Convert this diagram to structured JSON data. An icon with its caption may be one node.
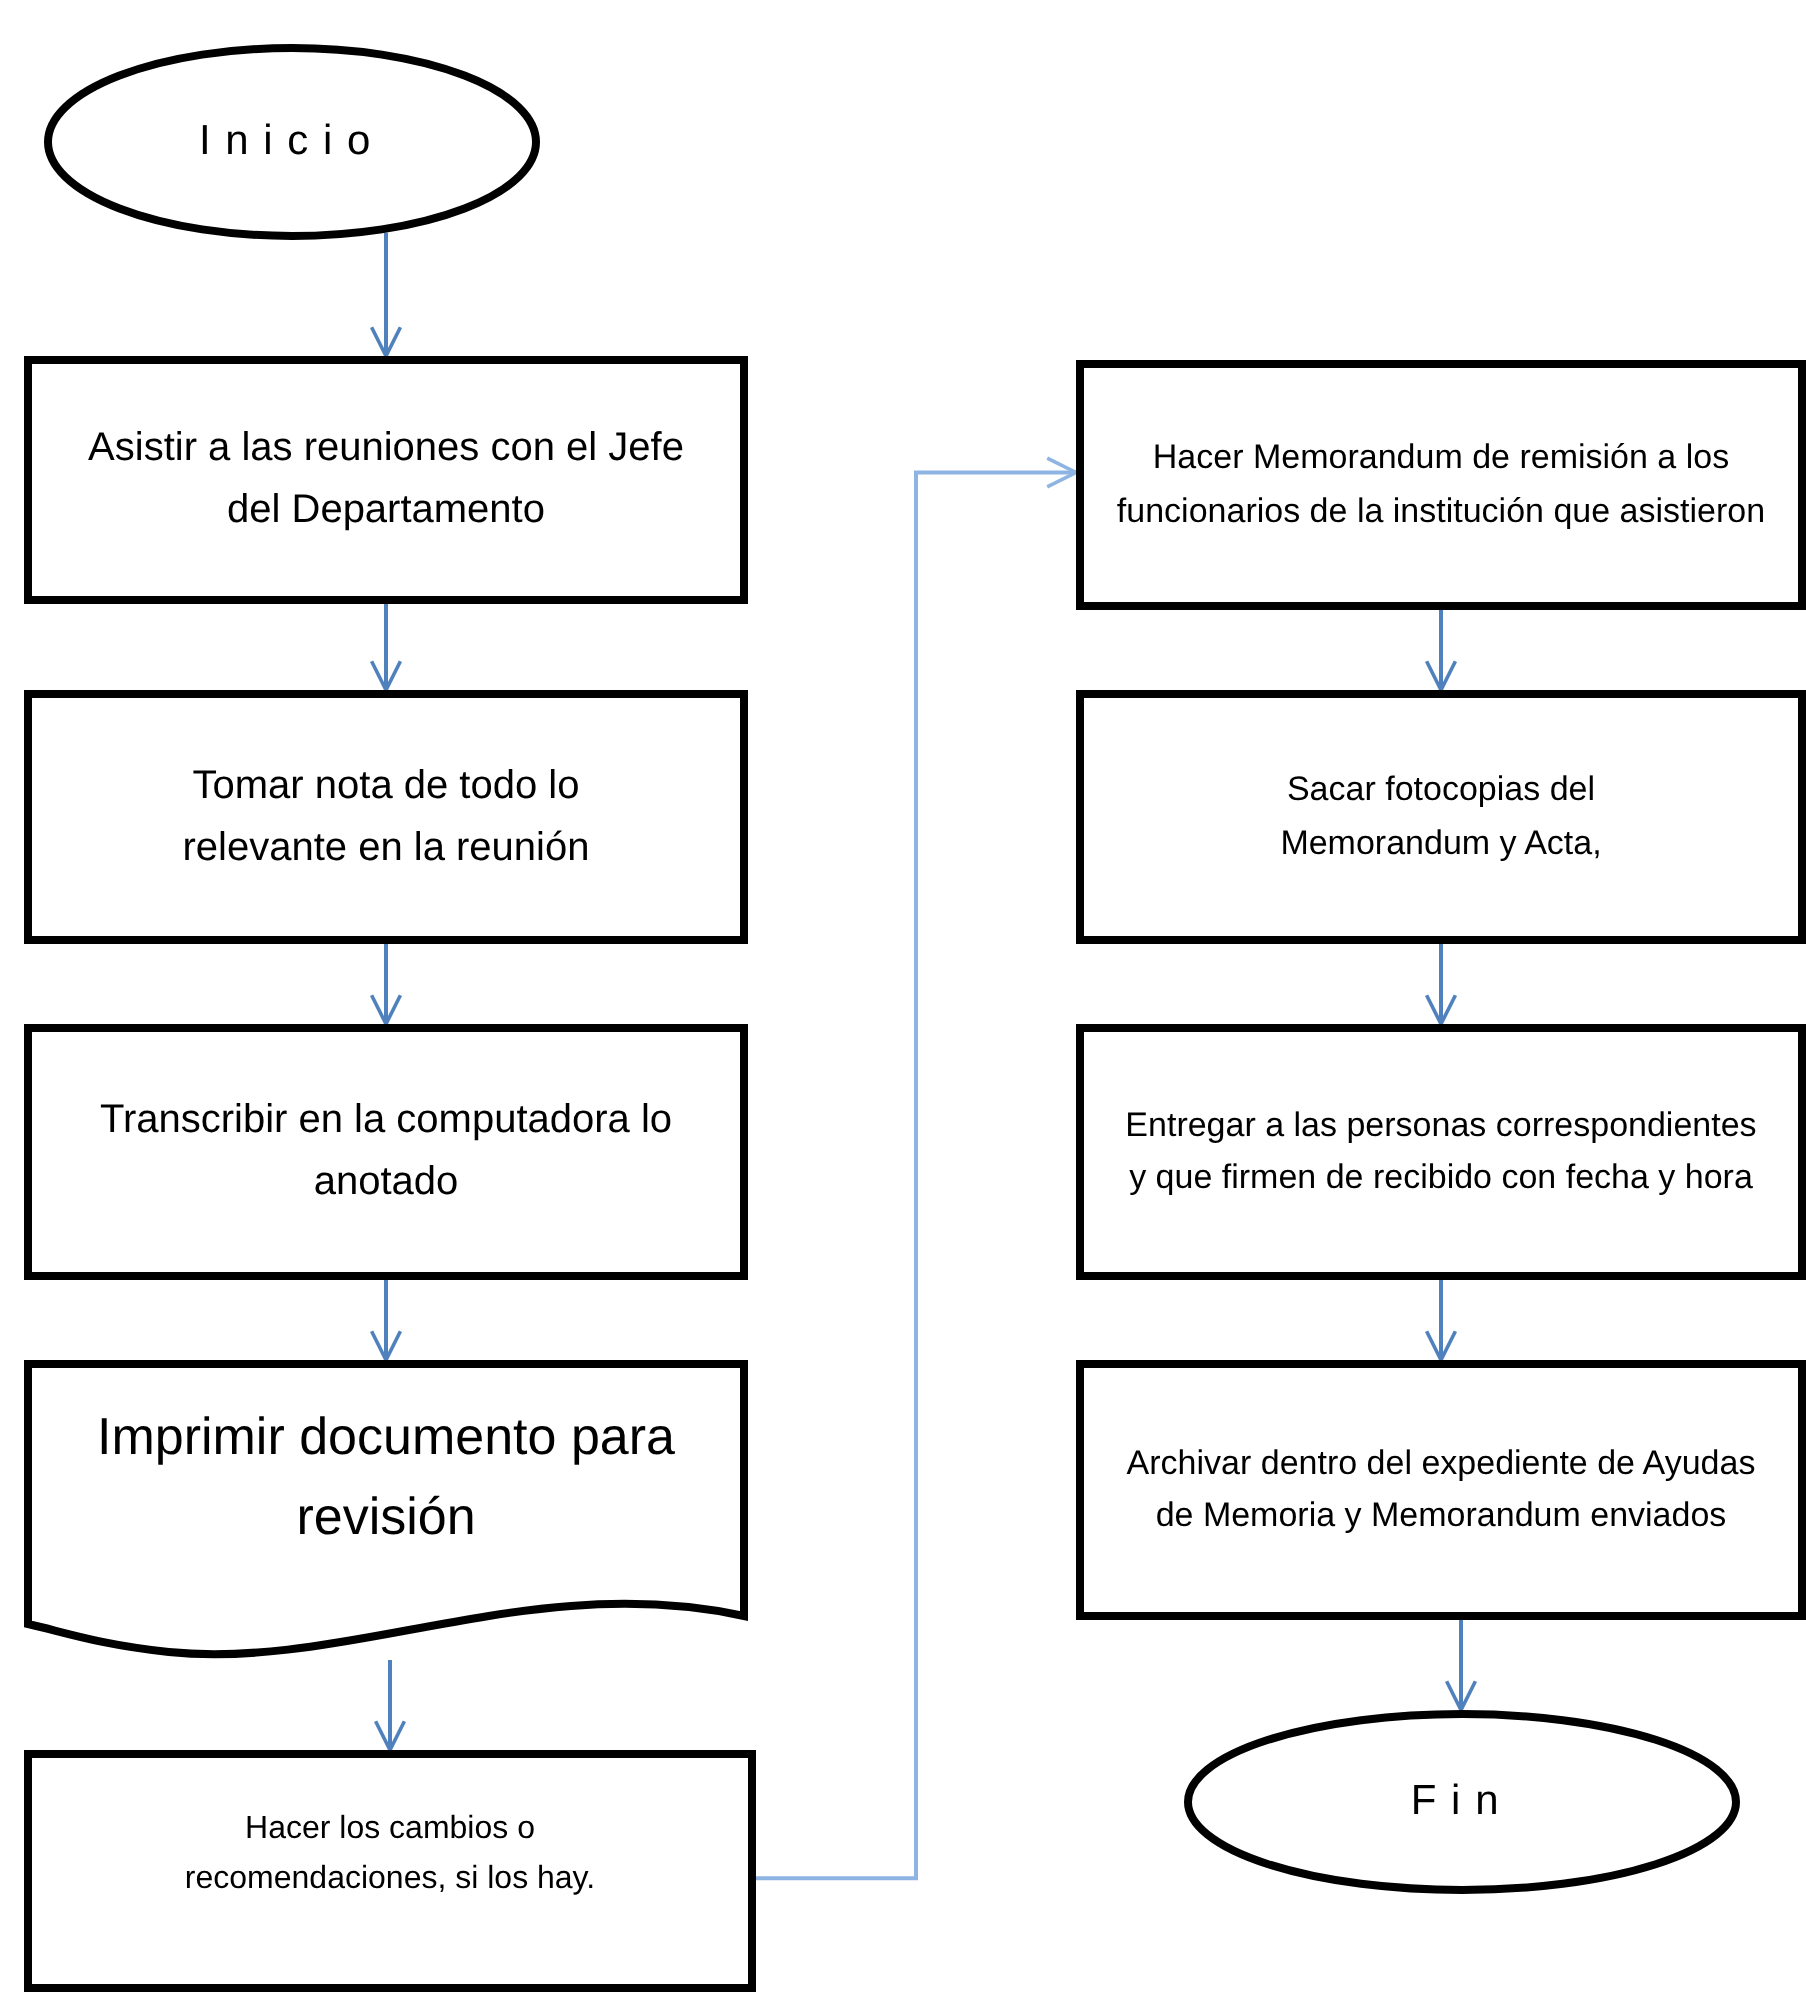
{
  "diagram": {
    "nodes": [
      {
        "text": [
          "Inicio"
        ]
      },
      {
        "text": [
          "Asistir a las reuniones con el Jefe del Departamento"
        ]
      },
      {
        "text": [
          "Tomar nota de todo lo relevante en la reunión"
        ]
      },
      {
        "text": [
          "Transcribir en la computadora lo anotado"
        ]
      },
      {
        "text": [
          "Imprimir documento para revisión"
        ]
      },
      {
        "text": [
          "Hacer los cambios o recomendaciones, si los hay."
        ]
      },
      {
        "text": [
          "Hacer Memorandum de remisión a los funcionarios de la institución que asistieron"
        ]
      },
      {
        "text": [
          "Sacar fotocopias del Memorandum y Acta,"
        ]
      },
      {
        "text": [
          "Entregar a las personas correspondientes y que firmen de recibido con fecha y hora"
        ]
      },
      {
        "text": [
          "Archivar dentro del expediente de Ayudas de Memoria y Memorandum enviados"
        ]
      },
      {
        "text": [
          "Fin"
        ]
      }
    ],
    "edges": [
      {
        "from": 0,
        "to": 1,
        "arrow": "to"
      },
      {
        "from": 1,
        "to": 2,
        "arrow": "to"
      },
      {
        "from": 2,
        "to": 3,
        "arrow": "to"
      },
      {
        "from": 3,
        "to": 4,
        "arrow": "to"
      },
      {
        "from": 4,
        "to": 5,
        "arrow": "to"
      },
      {
        "from": 5,
        "to": 6,
        "arrow": "to",
        "color": "#8eb4e3"
      },
      {
        "from": 6,
        "to": 7,
        "arrow": "to"
      },
      {
        "from": 7,
        "to": 8,
        "arrow": "to"
      },
      {
        "from": 8,
        "to": 9,
        "arrow": "to"
      },
      {
        "from": 9,
        "to": 10,
        "arrow": "to"
      }
    ]
  }
}
